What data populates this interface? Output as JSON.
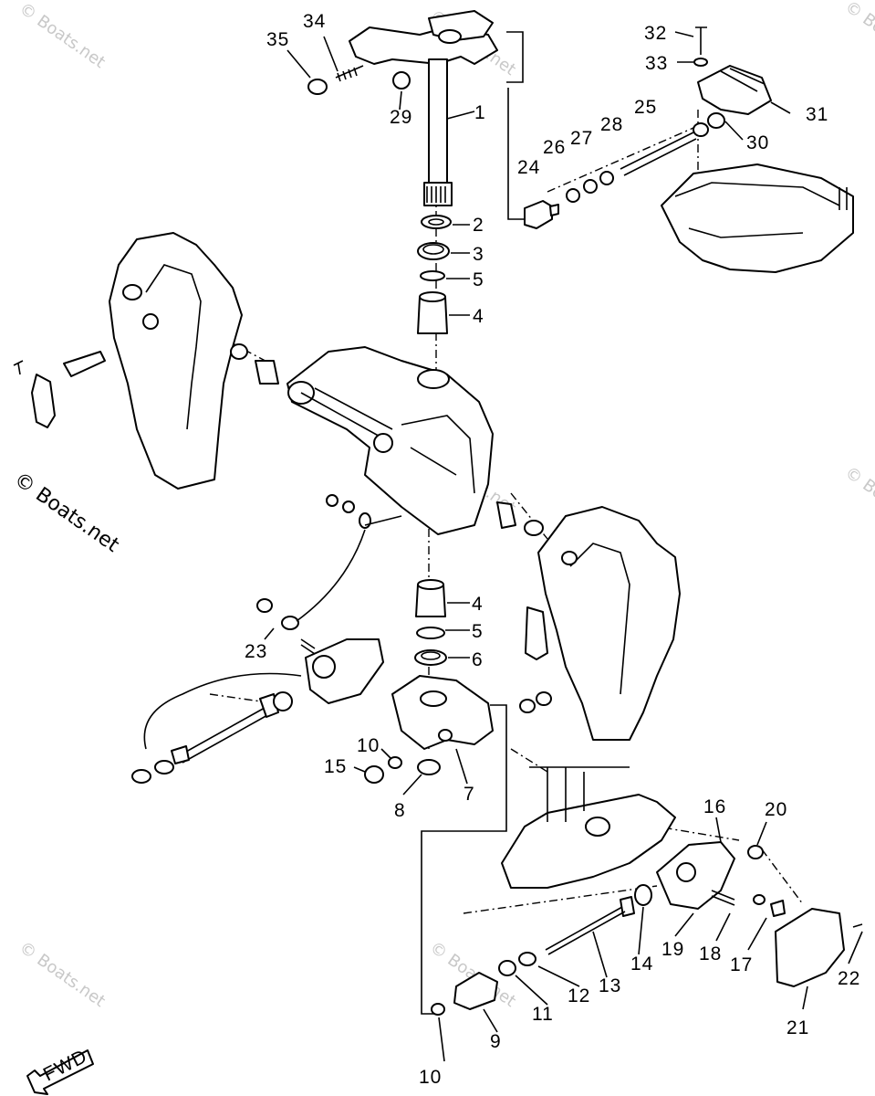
{
  "watermark": {
    "text": "© Boats.net"
  },
  "fwd_label": "FWD",
  "callouts": {
    "c1": "1",
    "c2": "2",
    "c3": "3",
    "c4a": "4",
    "c4b": "4",
    "c5a": "5",
    "c5b": "5",
    "c6": "6",
    "c7": "7",
    "c8": "8",
    "c9": "9",
    "c10a": "10",
    "c10b": "10",
    "c11": "11",
    "c12": "12",
    "c13": "13",
    "c14": "14",
    "c15": "15",
    "c16": "16",
    "c17": "17",
    "c18": "18",
    "c19": "19",
    "c20": "20",
    "c21": "21",
    "c22": "22",
    "c23": "23",
    "c24": "24",
    "c25": "25",
    "c26": "26",
    "c27": "27",
    "c28": "28",
    "c29": "29",
    "c30": "30",
    "c31": "31",
    "c32": "32",
    "c33": "33",
    "c34": "34",
    "c35": "35"
  }
}
